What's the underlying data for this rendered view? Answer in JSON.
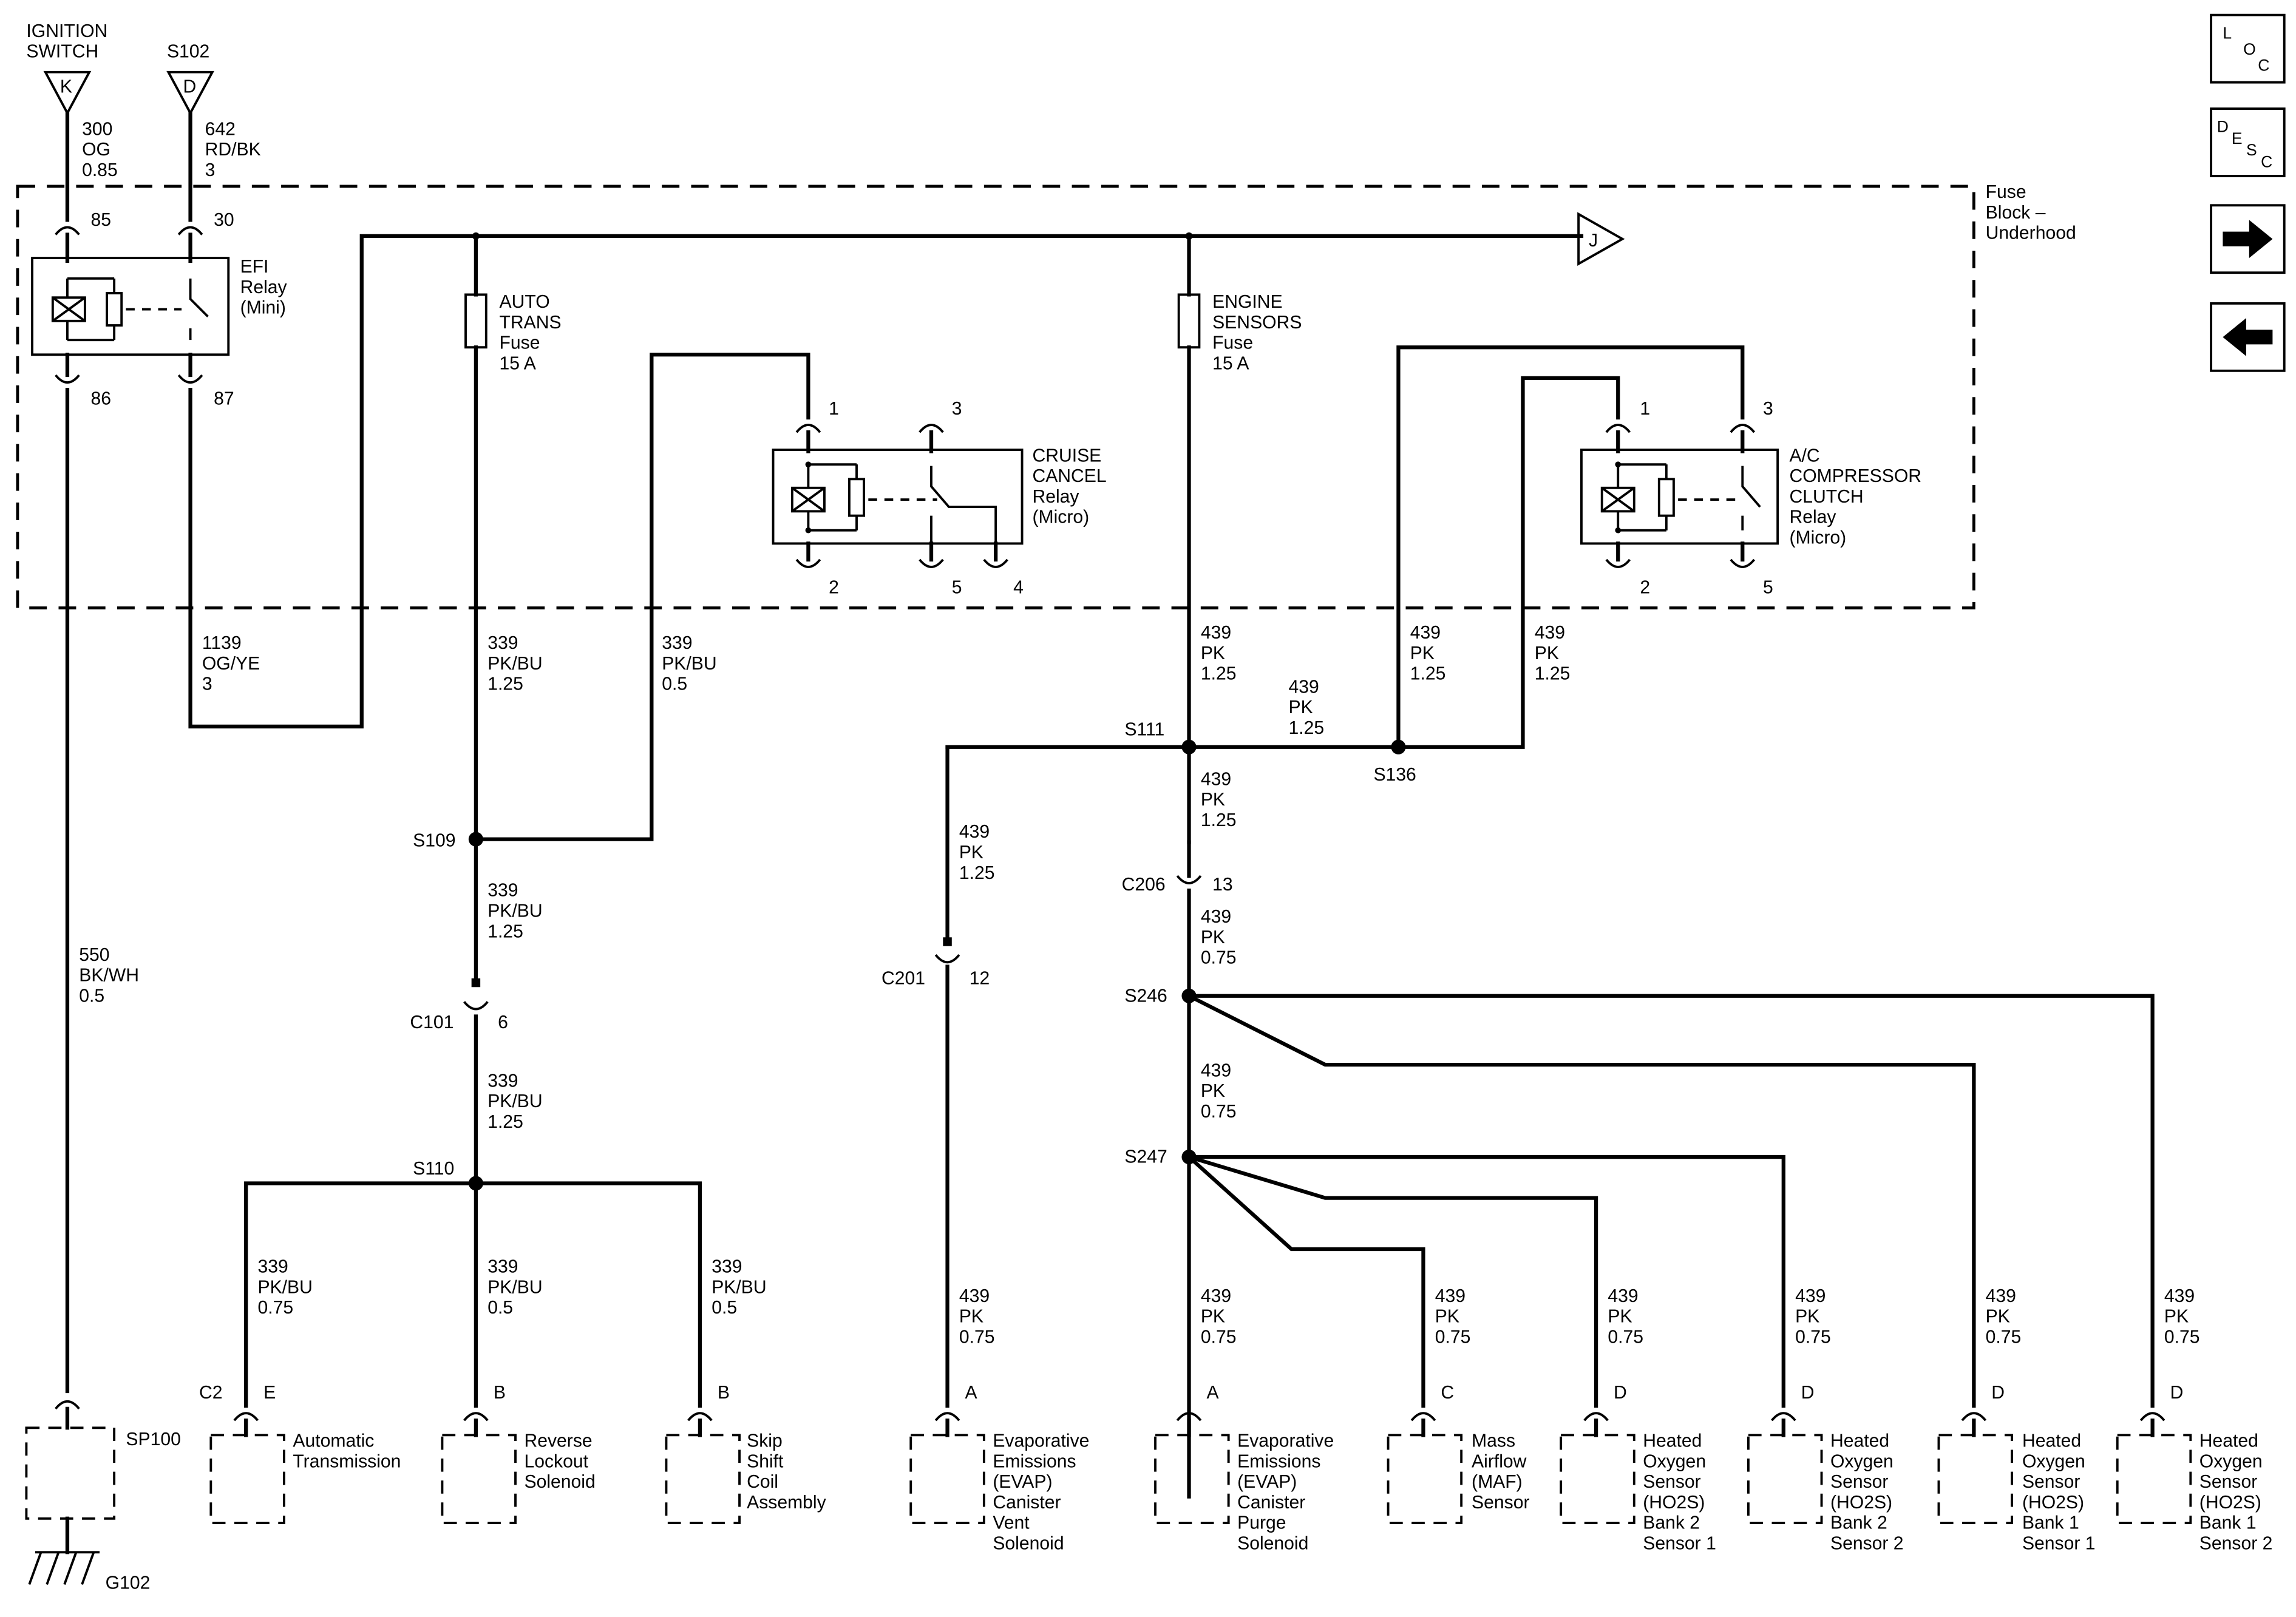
{
  "connectors_in": [
    {
      "id": "ignition",
      "label_lines": [
        "IGNITION",
        "SWITCH"
      ],
      "letter": "K",
      "wire": [
        "300",
        "OG",
        "0.85"
      ]
    },
    {
      "id": "s102",
      "label_lines": [
        "S102"
      ],
      "letter": "D",
      "wire": [
        "642",
        "RD/BK",
        "3"
      ]
    }
  ],
  "fuse_block": {
    "label_lines": [
      "Fuse",
      "Block –",
      "Underhood"
    ]
  },
  "connector_out": {
    "letter": "J"
  },
  "relays": [
    {
      "id": "efi",
      "label_lines": [
        "EFI",
        "Relay",
        "(Mini)"
      ],
      "pins": [
        "85",
        "30",
        "86",
        "87"
      ]
    },
    {
      "id": "cruise",
      "label_lines": [
        "CRUISE",
        "CANCEL",
        "Relay",
        "(Micro)"
      ],
      "pins": [
        "1",
        "3",
        "2",
        "5",
        "4"
      ]
    },
    {
      "id": "ac",
      "label_lines": [
        "A/C",
        "COMPRESSOR",
        "CLUTCH",
        "Relay",
        "(Micro)"
      ],
      "pins": [
        "1",
        "3",
        "2",
        "5"
      ]
    }
  ],
  "fuses": [
    {
      "id": "auto-trans",
      "label_lines": [
        "AUTO",
        "TRANS",
        "Fuse",
        "15 A"
      ]
    },
    {
      "id": "engine-sensors",
      "label_lines": [
        "ENGINE",
        "SENSORS",
        "Fuse",
        "15 A"
      ]
    }
  ],
  "wire_labels": {
    "w1139": [
      "1139",
      "OG/YE",
      "3"
    ],
    "w339a": [
      "339",
      "PK/BU",
      "1.25"
    ],
    "w339b": [
      "339",
      "PK/BU",
      "0.5"
    ],
    "w439a": [
      "439",
      "PK",
      "1.25"
    ],
    "w439b": [
      "439",
      "PK",
      "1.25"
    ],
    "w439c": [
      "439",
      "PK",
      "1.25"
    ],
    "w439d": [
      "439",
      "PK",
      "1.25"
    ],
    "w550": [
      "550",
      "BK/WH",
      "0.5"
    ],
    "w339c": [
      "339",
      "PK/BU",
      "1.25"
    ],
    "w339d": [
      "339",
      "PK/BU",
      "1.25"
    ],
    "w439e": [
      "439",
      "PK",
      "1.25"
    ],
    "w439f": [
      "439",
      "PK",
      "1.25"
    ],
    "w439g": [
      "439",
      "PK",
      "0.75"
    ],
    "w439h": [
      "439",
      "PK",
      "0.75"
    ]
  },
  "splices": {
    "s109": "S109",
    "s110": "S110",
    "s111": "S111",
    "s136": "S136",
    "s246": "S246",
    "s247": "S247"
  },
  "inline_connectors": [
    {
      "id": "c101",
      "name": "C101",
      "pin": "6"
    },
    {
      "id": "c201",
      "name": "C201",
      "pin": "12"
    },
    {
      "id": "c206",
      "name": "C206",
      "pin": "13"
    }
  ],
  "components": [
    {
      "id": "sp100",
      "label_lines": [
        "SP100"
      ],
      "pin": "",
      "connector": "",
      "wire": []
    },
    {
      "id": "auto-trans",
      "label_lines": [
        "Automatic",
        "Transmission"
      ],
      "pin": "E",
      "connector": "C2",
      "wire": [
        "339",
        "PK/BU",
        "0.75"
      ]
    },
    {
      "id": "reverse-lockout",
      "label_lines": [
        "Reverse",
        "Lockout",
        "Solenoid"
      ],
      "pin": "B",
      "connector": "",
      "wire": [
        "339",
        "PK/BU",
        "0.5"
      ]
    },
    {
      "id": "skip-shift",
      "label_lines": [
        "Skip",
        "Shift",
        "Coil",
        "Assembly"
      ],
      "pin": "B",
      "connector": "",
      "wire": [
        "339",
        "PK/BU",
        "0.5"
      ]
    },
    {
      "id": "evap-vent",
      "label_lines": [
        "Evaporative",
        "Emissions",
        "(EVAP)",
        "Canister",
        "Vent",
        "Solenoid"
      ],
      "pin": "A",
      "connector": "",
      "wire": [
        "439",
        "PK",
        "0.75"
      ]
    },
    {
      "id": "evap-purge",
      "label_lines": [
        "Evaporative",
        "Emissions",
        "(EVAP)",
        "Canister",
        "Purge",
        "Solenoid"
      ],
      "pin": "A",
      "connector": "",
      "wire": [
        "439",
        "PK",
        "0.75"
      ]
    },
    {
      "id": "maf",
      "label_lines": [
        "Mass",
        "Airflow",
        "(MAF)",
        "Sensor"
      ],
      "pin": "C",
      "connector": "",
      "wire": [
        "439",
        "PK",
        "0.75"
      ]
    },
    {
      "id": "ho2s-b2s1",
      "label_lines": [
        "Heated",
        "Oxygen",
        "Sensor",
        "(HO2S)",
        "Bank 2",
        "Sensor 1"
      ],
      "pin": "D",
      "connector": "",
      "wire": [
        "439",
        "PK",
        "0.75"
      ]
    },
    {
      "id": "ho2s-b2s2",
      "label_lines": [
        "Heated",
        "Oxygen",
        "Sensor",
        "(HO2S)",
        "Bank 2",
        "Sensor 2"
      ],
      "pin": "D",
      "connector": "",
      "wire": [
        "439",
        "PK",
        "0.75"
      ]
    },
    {
      "id": "ho2s-b1s1",
      "label_lines": [
        "Heated",
        "Oxygen",
        "Sensor",
        "(HO2S)",
        "Bank 1",
        "Sensor 1"
      ],
      "pin": "D",
      "connector": "",
      "wire": [
        "439",
        "PK",
        "0.75"
      ]
    },
    {
      "id": "ho2s-b1s2",
      "label_lines": [
        "Heated",
        "Oxygen",
        "Sensor",
        "(HO2S)",
        "Bank 1",
        "Sensor 2"
      ],
      "pin": "D",
      "connector": "",
      "wire": [
        "439",
        "PK",
        "0.75"
      ]
    }
  ],
  "ground": {
    "label": "G102"
  },
  "nav": {
    "loc": [
      "L",
      "O",
      "C"
    ],
    "desc": [
      "D",
      "E",
      "S",
      "C"
    ],
    "next_icon": "arrow-right-icon",
    "prev_icon": "arrow-left-icon"
  }
}
